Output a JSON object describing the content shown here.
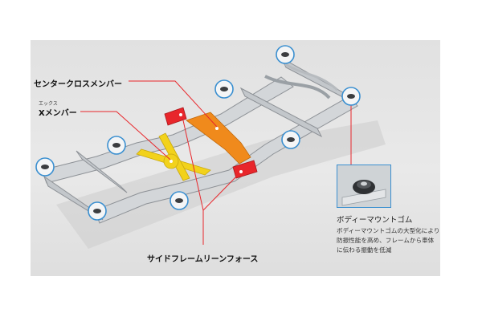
{
  "callouts": {
    "center_cross_member": "センタークロスメンバー",
    "x_member_ruby": "エックス",
    "x_member": "Xメンバー",
    "side_frame": "サイドフレームリーンフォース"
  },
  "inset": {
    "title": "ボディーマウントゴム",
    "description_lines": [
      "ボディーマウントゴムの大型化により",
      "防振性能を高め、フレームから車体",
      "に伝わる振動を低減"
    ]
  },
  "colors": {
    "background_panel": "#e4e4e4",
    "frame_silver": "#c8cbce",
    "x_member": "#f2d21b",
    "center_cross_member": "#f08a1c",
    "side_frame_reinforce": "#e8262b",
    "mount_highlight": "#3a8fd0",
    "leader_line": "#e8262b"
  }
}
